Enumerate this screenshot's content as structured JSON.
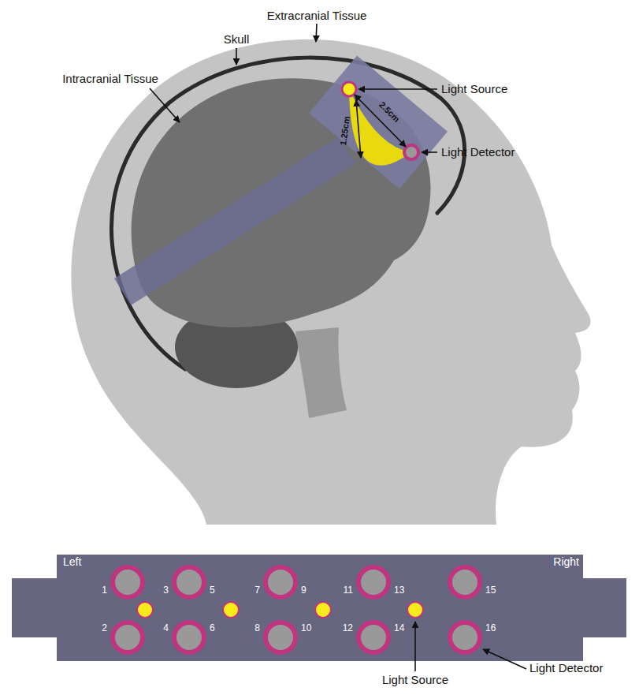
{
  "diagram": {
    "labels": [
      "Extracranial Tissue",
      "Skull",
      "Intracranial Tissue",
      "Light Source",
      "Light Detector",
      "2.5cm",
      "1.25cm",
      "Left",
      "Right",
      "1",
      "2",
      "3",
      "4",
      "5",
      "6",
      "7",
      "8",
      "9",
      "10",
      "11",
      "12",
      "13",
      "14",
      "15",
      "16",
      "Light Detector",
      "Light Source"
    ]
  }
}
